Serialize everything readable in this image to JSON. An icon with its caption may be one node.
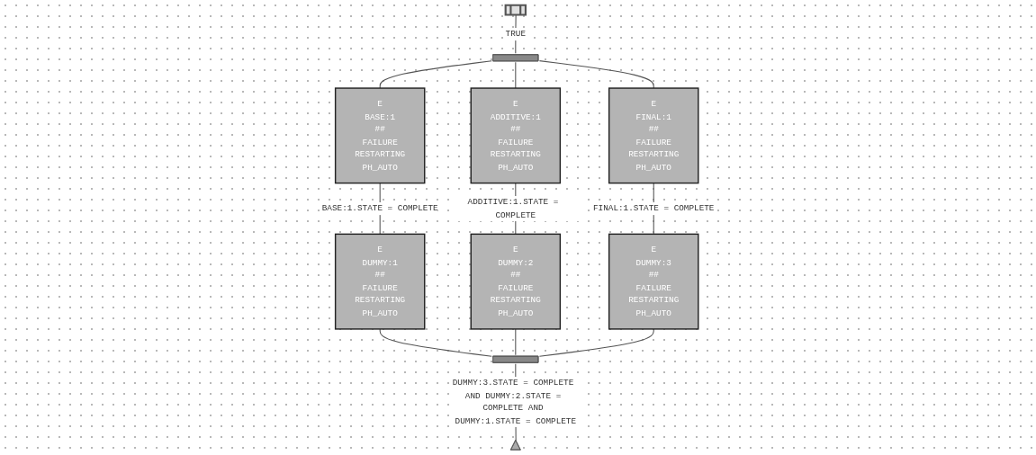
{
  "diagram": {
    "nodes": [
      {
        "text": [],
        "shape": "box"
      },
      {
        "text": [],
        "shape": "bar"
      },
      {
        "text": [
          "E",
          "BASE:1",
          "##",
          "FAILURE",
          "RESTARTING",
          "PH_AUTO"
        ]
      },
      {
        "text": [
          "E",
          "ADDITIVE:1",
          "##",
          "FAILURE",
          "RESTARTING",
          "PH_AUTO"
        ]
      },
      {
        "text": [
          "E",
          "FINAL:1",
          "##",
          "FAILURE",
          "RESTARTING",
          "PH_AUTO"
        ]
      },
      {
        "text": [
          "E",
          "DUMMY:1",
          "##",
          "FAILURE",
          "RESTARTING",
          "PH_AUTO"
        ]
      },
      {
        "text": [
          "E",
          "DUMMY:2",
          "##",
          "FAILURE",
          "RESTARTING",
          "PH_AUTO"
        ]
      },
      {
        "text": [
          "E",
          "DUMMY:3",
          "##",
          "FAILURE",
          "RESTARTING",
          "PH_AUTO"
        ]
      },
      {
        "text": [],
        "shape": "bar"
      },
      {
        "text": [],
        "shape": "picture"
      }
    ],
    "edges": [
      {
        "from": 0,
        "to": 1,
        "arrow": "none",
        "label": "TRUE"
      },
      {
        "from": 1,
        "to": 2,
        "arrow": "none"
      },
      {
        "from": 1,
        "to": 3,
        "arrow": "none"
      },
      {
        "from": 1,
        "to": 4,
        "arrow": "none"
      },
      {
        "from": 2,
        "to": 5,
        "arrow": "none",
        "label": "BASE:1.STATE = COMPLETE"
      },
      {
        "from": 3,
        "to": 6,
        "arrow": "none",
        "label": "ADDITIVE:1.STATE = COMPLETE"
      },
      {
        "from": 4,
        "to": 7,
        "arrow": "none",
        "label": "FINAL:1.STATE = COMPLETE"
      },
      {
        "from": 5,
        "to": 8,
        "arrow": "none"
      },
      {
        "from": 6,
        "to": 8,
        "arrow": "none"
      },
      {
        "from": 7,
        "to": 8,
        "arrow": "none"
      },
      {
        "from": 8,
        "to": 9,
        "arrow": "none",
        "label": "DUMMY:3.STATE = COMPLETE AND DUMMY:2.STATE = COMPLETE AND DUMMY:1.STATE = COMPLETE"
      }
    ]
  }
}
